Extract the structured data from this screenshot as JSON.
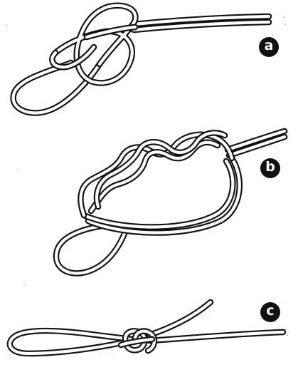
{
  "steps": [
    {
      "id": "a",
      "label": "a"
    },
    {
      "id": "b",
      "label": "b"
    },
    {
      "id": "c",
      "label": "c"
    }
  ],
  "colors": {
    "ink": "#111111",
    "paper": "#ffffff"
  }
}
